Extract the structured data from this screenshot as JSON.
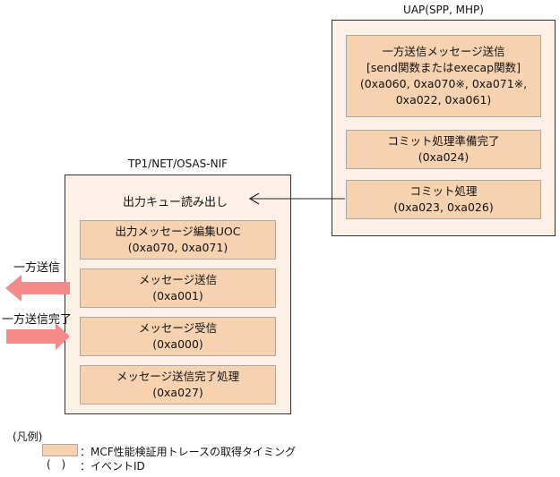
{
  "uap": {
    "title": "UAP(SPP, MHP)",
    "boxes": [
      {
        "lines": [
          "一方送信メッセージ送信",
          "[send関数またはexecap関数]",
          "(0xa060, 0xa070※, 0xa071※,",
          "0xa022, 0xa061)"
        ]
      },
      {
        "lines": [
          "コミット処理準備完了",
          "(0xa024)"
        ]
      },
      {
        "lines": [
          "コミット処理",
          "(0xa023, 0xa026)"
        ]
      }
    ]
  },
  "nif": {
    "title": "TP1/NET/OSAS-NIF",
    "queue_read": "出力キュー読み出し",
    "boxes": [
      {
        "lines": [
          "出力メッセージ編集UOC",
          "(0xa070, 0xa071)"
        ]
      },
      {
        "lines": [
          "メッセージ送信",
          "(0xa001)"
        ]
      },
      {
        "lines": [
          "メッセージ受信",
          "(0xa000)"
        ]
      },
      {
        "lines": [
          "メッセージ送信完了処理",
          "(0xa027)"
        ]
      }
    ]
  },
  "external": {
    "send_label": "一方送信",
    "complete_label": "一方送信完了"
  },
  "legend": {
    "title": "(凡例)",
    "swatch_text": "：MCF性能検証用トレースの取得タイミング",
    "paren_symbol": "( )",
    "paren_text": "：イベントID"
  },
  "colors": {
    "panel_fill": "#fdf1e6",
    "box_fill": "#f6d2b0",
    "arrow_pink": "#f48b8b"
  }
}
